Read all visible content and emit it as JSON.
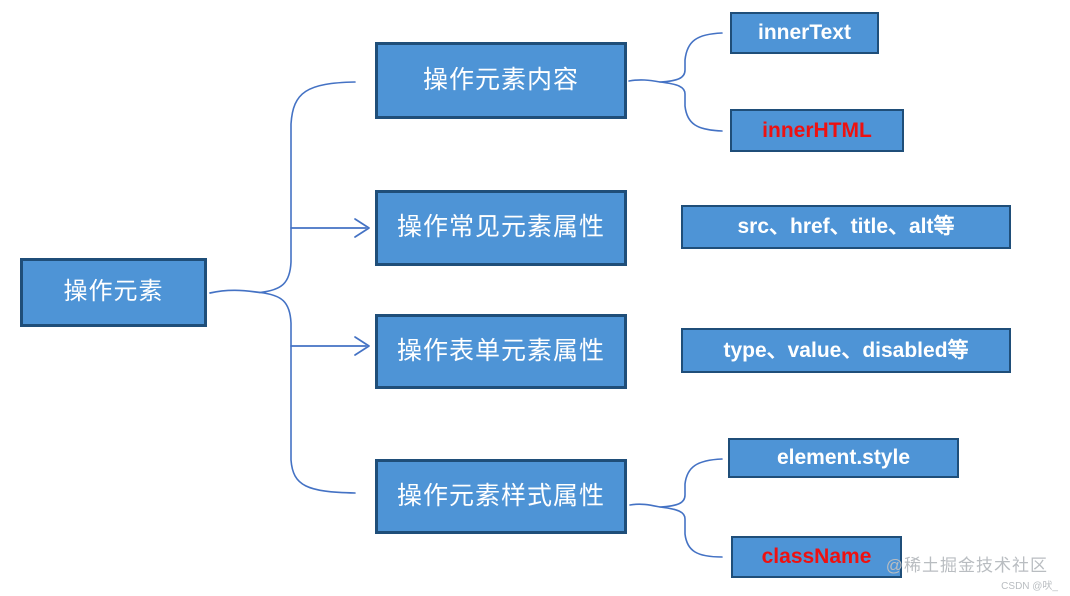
{
  "diagram": {
    "root": {
      "label": "操作元素"
    },
    "branches": [
      {
        "label": "操作元素内容",
        "children": [
          {
            "label": "innerText",
            "text_color": "#ffffff"
          },
          {
            "label": "innerHTML",
            "text_color": "#ee1111"
          }
        ]
      },
      {
        "label": "操作常见元素属性",
        "children": [
          {
            "label": "src、href、title、alt等",
            "text_color": "#ffffff"
          }
        ]
      },
      {
        "label": "操作表单元素属性",
        "children": [
          {
            "label": "type、value、disabled等",
            "text_color": "#ffffff"
          }
        ]
      },
      {
        "label": "操作元素样式属性",
        "children": [
          {
            "label": "element.style",
            "text_color": "#ffffff"
          },
          {
            "label": "className",
            "text_color": "#ee1111"
          }
        ]
      }
    ]
  },
  "watermark": {
    "community": "@稀土掘金技术社区",
    "csdn": "CSDN @吠_"
  },
  "colors": {
    "background": "#ffffff",
    "box_fill": "#4e94d6",
    "box_border": "#1f4e79",
    "text_white": "#ffffff",
    "text_red": "#ee1111",
    "connector": "#4472c4",
    "watermark": "#b9bdc1"
  }
}
